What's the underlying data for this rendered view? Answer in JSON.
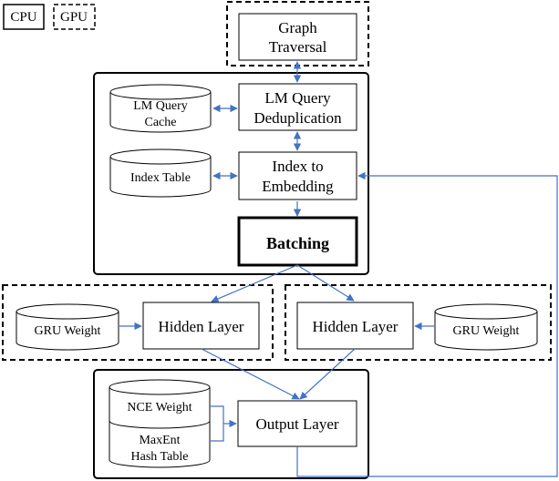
{
  "legend": {
    "cpu": "CPU",
    "gpu": "GPU"
  },
  "nodes": {
    "graph_traversal": [
      "Graph",
      "Traversal"
    ],
    "lm_query_dedup": [
      "LM Query",
      "Deduplication"
    ],
    "lm_query_cache": [
      "LM Query",
      "Cache"
    ],
    "index_table": "Index Table",
    "index_to_embedding": [
      "Index to",
      "Embedding"
    ],
    "batching": "Batching",
    "gru_weight_left": "GRU Weight",
    "hidden_layer_left": "Hidden Layer",
    "hidden_layer_right": "Hidden Layer",
    "gru_weight_right": "GRU Weight",
    "nce_weight": "NCE Weight",
    "maxent_hash_table": [
      "MaxEnt",
      "Hash Table"
    ],
    "output_layer": "Output Layer"
  },
  "colors": {
    "arrow": "#4472C4",
    "border": "#000000"
  }
}
